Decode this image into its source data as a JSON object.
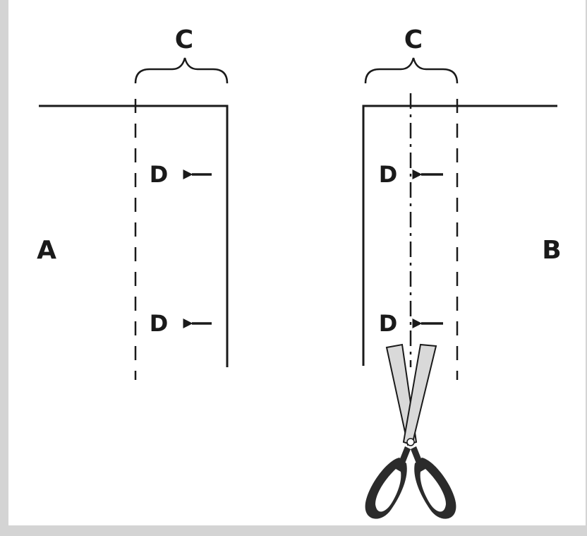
{
  "labels": {
    "left_panel": "A",
    "right_panel": "B",
    "left_width": "C",
    "right_width": "C",
    "left_marker_top": "D",
    "left_marker_bottom": "D",
    "right_marker_top": "D",
    "right_marker_bottom": "D"
  },
  "icons": {
    "scissors": "scissors-icon",
    "arrow": "arrow-left-icon"
  },
  "colors": {
    "ink": "#1a1a1a",
    "background": "#ffffff",
    "frame": "#d4d4d4",
    "scissor_blade": "#d9d9d9",
    "scissor_handle": "#2b2b2b"
  }
}
